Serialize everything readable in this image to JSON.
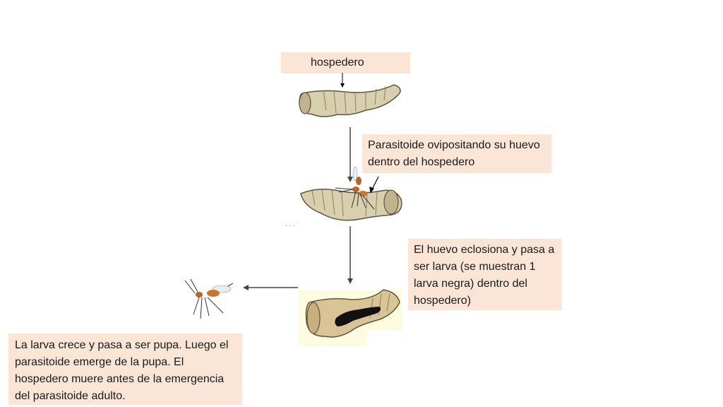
{
  "labels": {
    "host": "hospedero",
    "oviposition": "Parasitoide ovipositando su huevo dentro del hospedero",
    "hatching": "El huevo eclosiona y pasa a ser larva (se muestran 1 larva negra) dentro del hospedero)",
    "emergence": "La larva crece y pasa a ser pupa. Luego el parasitoide emerge de la pupa. El hospedero muere antes de la emergencia del parasitoide adulto."
  },
  "colors": {
    "box": "#fbe5d6",
    "larva": "#d8cfae",
    "larva_outline": "#5e5440",
    "wasp": "#b8652a",
    "parasitoid_larva": "#111111"
  }
}
